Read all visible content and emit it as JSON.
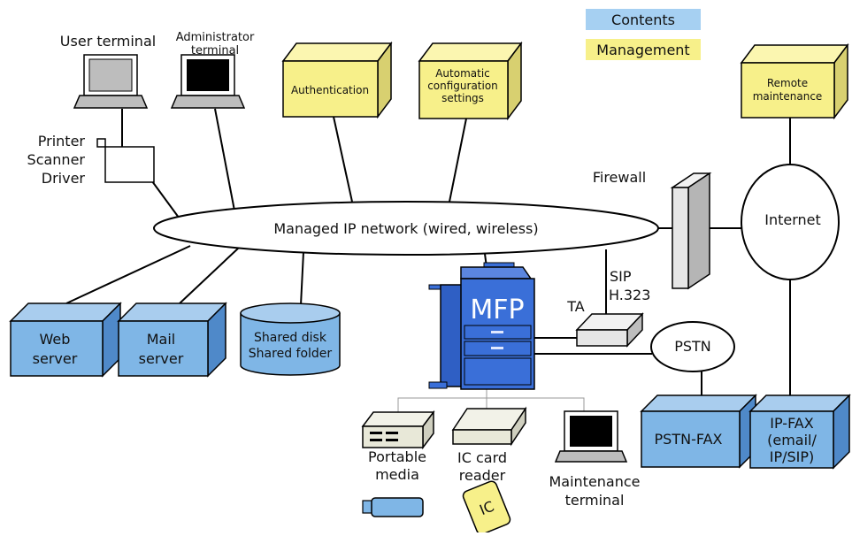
{
  "legend": {
    "contents": "Contents",
    "management": "Management"
  },
  "terminals": {
    "user": "User terminal",
    "admin_line1": "Administrator",
    "admin_line2": "terminal"
  },
  "driver": {
    "line1": "Printer",
    "line2": "Scanner",
    "line3": "Driver"
  },
  "management_boxes": {
    "authentication": "Authentication",
    "autoconfig_line1": "Automatic",
    "autoconfig_line2": "configuration",
    "autoconfig_line3": "settings",
    "remote_line1": "Remote",
    "remote_line2": "maintenance"
  },
  "network": {
    "label": "Managed IP network (wired, wireless)"
  },
  "firewall": "Firewall",
  "internet": "Internet",
  "servers": {
    "web_line1": "Web",
    "web_line2": "server",
    "mail_line1": "Mail",
    "mail_line2": "server",
    "disk_line1": "Shared disk",
    "disk_line2": "Shared folder"
  },
  "mfp": "MFP",
  "ta": "TA",
  "sip": {
    "line1": "SIP",
    "line2": "H.323"
  },
  "pstn": "PSTN",
  "fax": {
    "pstn_fax": "PSTN-FAX",
    "ipfax_line1": "IP-FAX",
    "ipfax_line2": "(email/",
    "ipfax_line3": "IP/SIP)"
  },
  "peripherals": {
    "media_line1": "Portable",
    "media_line2": "media",
    "ic_line1": "IC card",
    "ic_line2": "reader",
    "ic_card": "IC",
    "maint_line1": "Maintenance",
    "maint_line2": "terminal"
  },
  "colors": {
    "contents": "#a6d0f2",
    "management": "#f7f08a",
    "mfp_blue": "#3a6fd8",
    "box_blue": "#7fb6e6"
  }
}
